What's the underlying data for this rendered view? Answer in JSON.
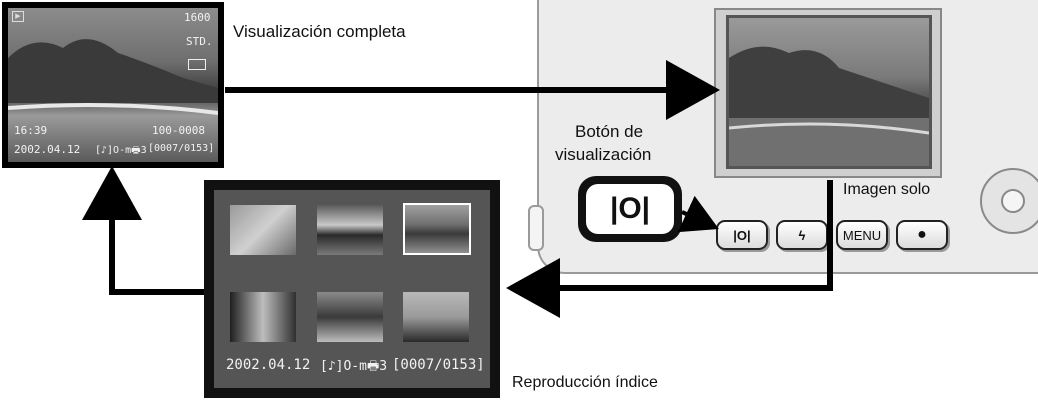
{
  "labels": {
    "full_view": "Visualización completa",
    "image_only": "Imagen solo",
    "index_playback": "Reproducción índice",
    "button_title_line1": "Botón de",
    "button_title_line2": "visualización"
  },
  "full_lcd": {
    "iso": "1600",
    "quality": "STD.",
    "time": "16:39",
    "file_number": "100-0008",
    "date": "2002.04.12",
    "status_icons": "[♪]O-m🖶3",
    "frame_counter": "[0007/0153]"
  },
  "index_lcd": {
    "date": "2002.04.12",
    "status_icons": "[♪]O-m🖶3",
    "frame_counter": "[0007/0153]"
  },
  "buttons": {
    "display_glyph": "|O|",
    "flash_glyph": "ϟ",
    "menu_label": "MENU",
    "record_glyph": "●"
  },
  "icons": {
    "playback": "play-mode-icon",
    "battery": "battery-icon"
  }
}
